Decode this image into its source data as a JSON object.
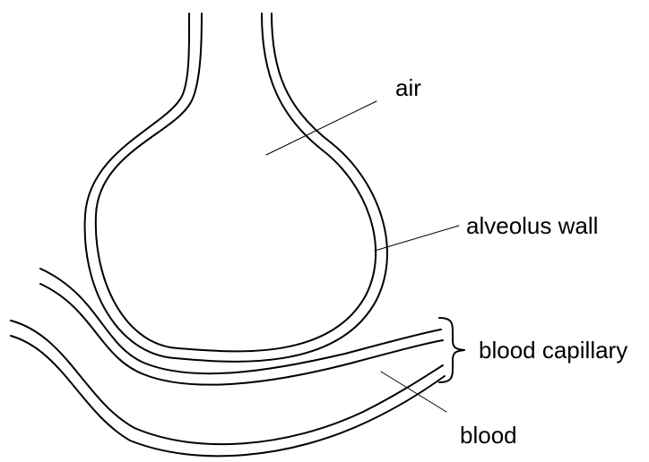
{
  "labels": {
    "air": "air",
    "alveolus_wall": "alveolus wall",
    "blood_capillary": "blood capillary",
    "blood": "blood"
  },
  "colors": {
    "line": "#000000",
    "background": "#ffffff"
  }
}
